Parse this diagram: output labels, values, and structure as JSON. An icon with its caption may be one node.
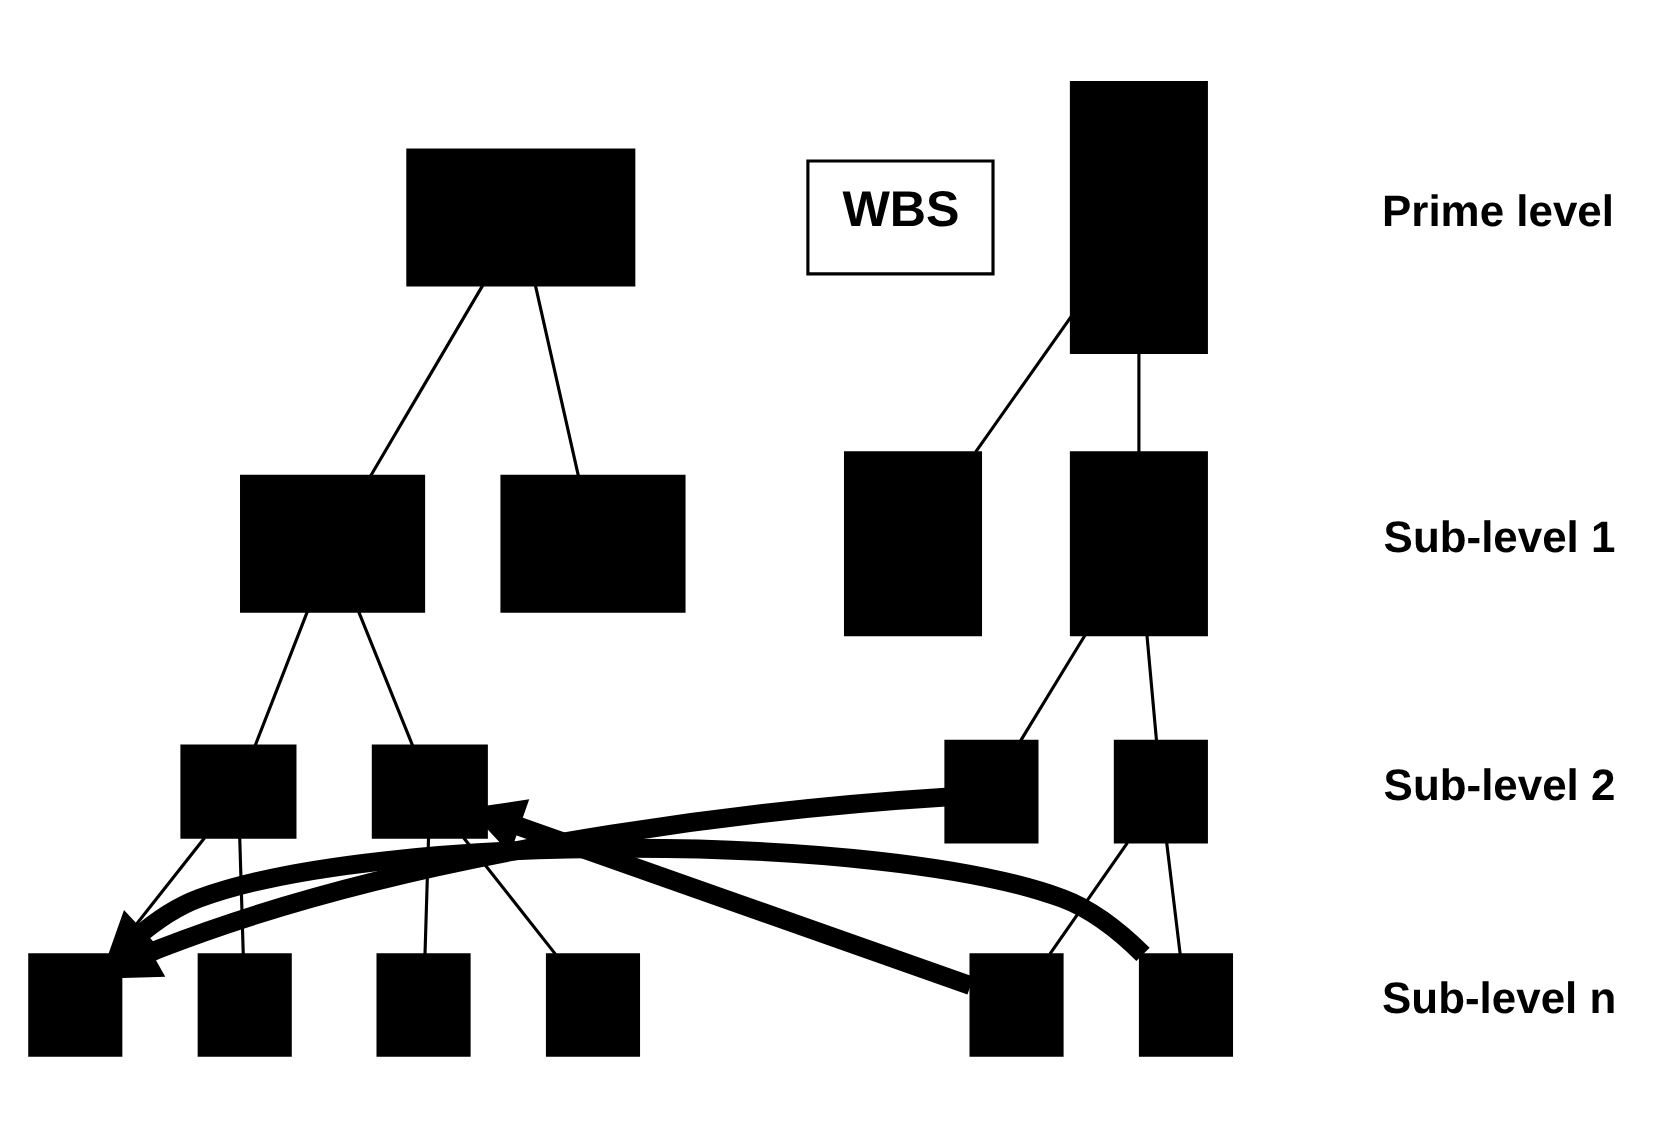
{
  "diagram": {
    "nodes": [
      {
        "text": [],
        "shape": "box"
      },
      {
        "text": [],
        "shape": "box"
      },
      {
        "text": [],
        "shape": "box"
      },
      {
        "text": [],
        "shape": "box"
      },
      {
        "text": [],
        "shape": "box"
      },
      {
        "text": [],
        "shape": "box"
      },
      {
        "text": [],
        "shape": "box"
      },
      {
        "text": [],
        "shape": "box"
      },
      {
        "text": [],
        "shape": "box"
      },
      {
        "text": [
          "WBS"
        ]
      },
      {
        "text": [],
        "shape": "box"
      },
      {
        "text": [],
        "shape": "box"
      },
      {
        "text": [],
        "shape": "box"
      },
      {
        "text": [],
        "shape": "box"
      },
      {
        "text": [],
        "shape": "box"
      },
      {
        "text": [],
        "shape": "box"
      },
      {
        "text": [],
        "shape": "box"
      }
    ],
    "edges": [
      {
        "from": 0,
        "to": 1,
        "arrow": "none"
      },
      {
        "from": 0,
        "to": 2,
        "arrow": "none"
      },
      {
        "from": 1,
        "to": 3,
        "arrow": "none"
      },
      {
        "from": 1,
        "to": 4,
        "arrow": "none"
      },
      {
        "from": 3,
        "to": 5,
        "arrow": "none"
      },
      {
        "from": 3,
        "to": 6,
        "arrow": "none"
      },
      {
        "from": 4,
        "to": 7,
        "arrow": "none"
      },
      {
        "from": 4,
        "to": 8,
        "arrow": "none"
      },
      {
        "from": 10,
        "to": 11,
        "arrow": "none"
      },
      {
        "from": 10,
        "to": 12,
        "arrow": "none"
      },
      {
        "from": 12,
        "to": 13,
        "arrow": "none"
      },
      {
        "from": 12,
        "to": 14,
        "arrow": "none"
      },
      {
        "from": 14,
        "to": 15,
        "arrow": "none"
      },
      {
        "from": 14,
        "to": 16,
        "arrow": "none"
      },
      {
        "from": 13,
        "to": 5,
        "arrow": "to",
        "style": "thick"
      },
      {
        "from": 15,
        "to": 5,
        "arrow": "to",
        "style": "thick"
      },
      {
        "from": 16,
        "to": 4,
        "arrow": "to",
        "style": "thick"
      }
    ],
    "labels": [
      "Prime level",
      "Sub-level 1",
      "Sub-level 2",
      "Sub-level n"
    ]
  }
}
